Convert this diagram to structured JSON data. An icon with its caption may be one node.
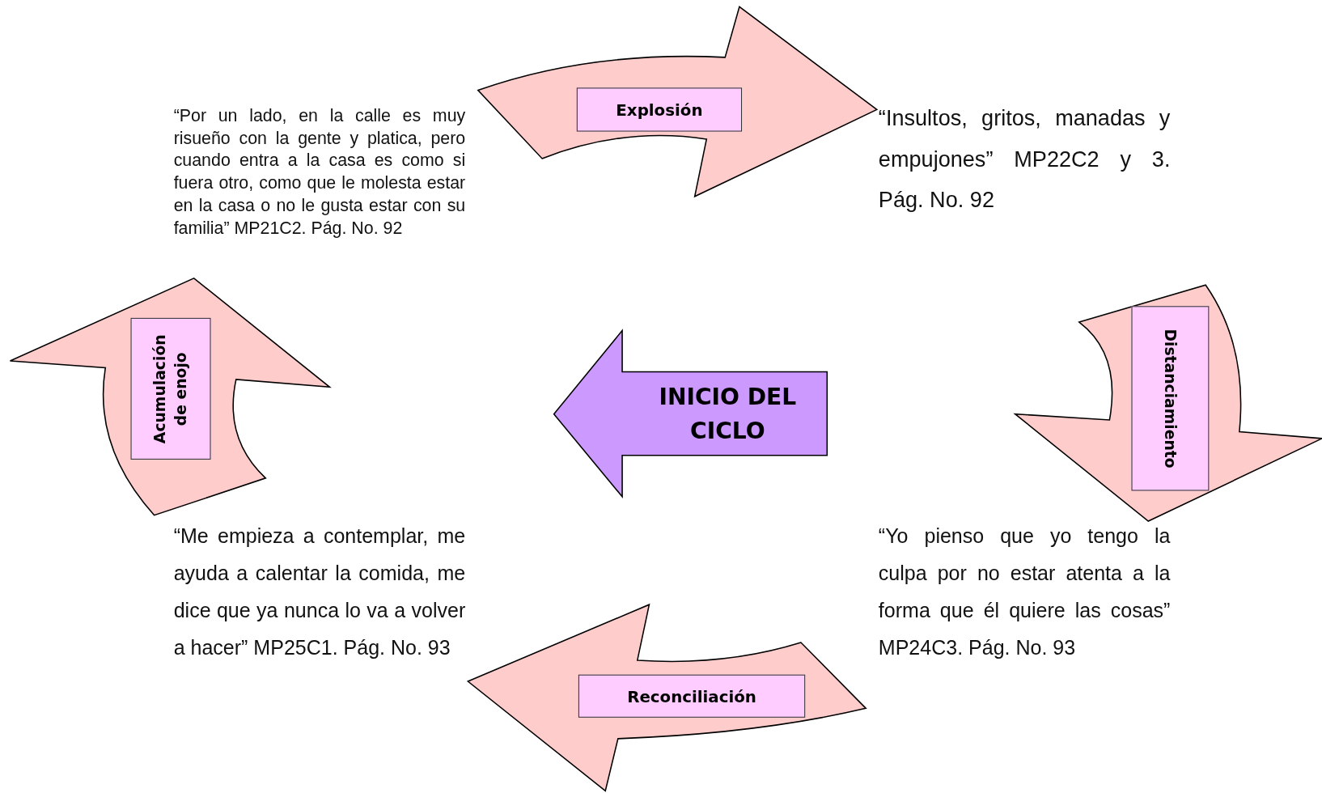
{
  "diagram": {
    "nodes": [
      {
        "text": [],
        "shape": "arrow"
      },
      {
        "text": [
          "Explosión"
        ],
        "in": 0
      },
      {
        "text": [],
        "shape": "arrow"
      },
      {
        "text": [
          "Acumulación de enojo"
        ],
        "in": 2
      },
      {
        "text": [
          "INICIO DEL CICLO"
        ]
      },
      {
        "text": [],
        "shape": "arrow"
      },
      {
        "text": [
          "Distanciamiento"
        ],
        "in": 5
      },
      {
        "text": [],
        "shape": "arrow"
      },
      {
        "text": [
          "Reconciliación"
        ],
        "in": 7
      }
    ],
    "labels": [
      "“Por un lado, en la calle es muy risueño con la gente y platica, pero cuando entra a la casa es como si fuera otro, como que le molesta estar en la casa o no le gusta estar con su familia” MP21C2. Pág. No. 92",
      "“Insultos, gritos, manadas y empujones” MP22C2 y 3. Pág. No. 92",
      "“Me empieza a contemplar, me ayuda a calentar la comida, me dice que ya nunca lo va a volver a hacer” MP25C1. Pág. No. 93",
      "“Yo pienso que yo tengo la culpa por no estar atenta a la forma que él quiere las cosas” MP24C3. Pág. No. 93"
    ]
  }
}
